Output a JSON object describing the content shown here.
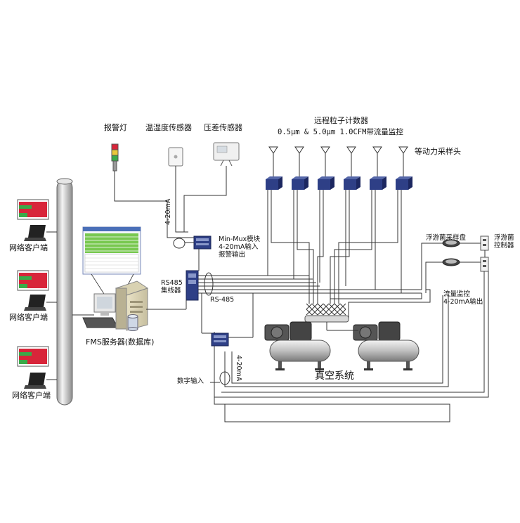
{
  "labels": {
    "alarm_light": "报警灯",
    "temp_humidity_sensor": "温湿度传感器",
    "pressure_sensor": "压差传感器",
    "remote_counter_title": "远程粒子计数器",
    "remote_counter_spec": "0.5μm & 5.0μm 1.0CFM带流量监控",
    "isokinetic_probe": "等动力采样头",
    "minimux_line1": "Min-Mux模块",
    "minimux_line2": "4-20mA输入",
    "minimux_line3": "报警输出",
    "signal_4_20ma_top": "4-20mA",
    "rs485_hub_line1": "RS485",
    "rs485_hub_line2": "集线器",
    "rs485_bus": "RS-485",
    "fms_server": "FMS服务器(数据库)",
    "client_1": "网络客户端",
    "client_2": "网络客户端",
    "client_3": "网络客户端",
    "planktonic_dish": "浮游菌采样盘",
    "planktonic_controller_line1": "浮游菌",
    "planktonic_controller_line2": "控制器",
    "flow_monitor_line1": "流量监控",
    "flow_monitor_line2": "4-20mA输出",
    "digital_input": "数字输入",
    "signal_4_20ma_bottom": "4-20mA",
    "vacuum_system": "真空系统"
  },
  "colors": {
    "line": "#333333",
    "device_blue": "#2e3f86",
    "pipe": "#c8c8c8",
    "screen_red": "#d8253a",
    "screen_green": "#3aaa49",
    "monitor_green": "#78c850"
  },
  "icons": [
    "pipe-network-backbone",
    "client-monitor-icon",
    "laptop-icon",
    "server-tower-icon",
    "crt-monitor-icon",
    "keyboard-icon",
    "alarm-light-icon",
    "temp-humidity-sensor-icon",
    "pressure-sensor-icon",
    "particle-counter-icon",
    "sampling-probe-icon",
    "vacuum-pump-icon",
    "module-icon",
    "controller-icon",
    "dish-icon"
  ]
}
